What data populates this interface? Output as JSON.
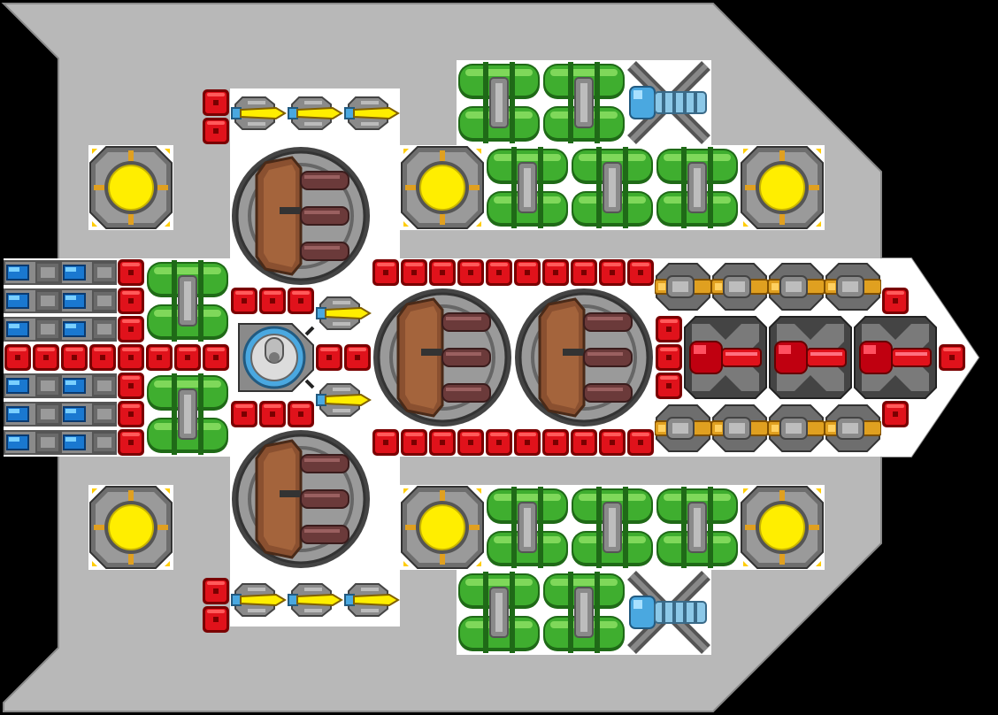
{
  "palette": {
    "background": "#000000",
    "hull": "#b8b8b8",
    "hull_edge": "#9a9a9a",
    "bay": "#ffffff",
    "armor_red": "#e0121b",
    "armor_dark": "#7a0000",
    "tank_green": "#3fae2f",
    "tank_light": "#7fd85a",
    "tank_dark": "#1f6a17",
    "pipe_grey": "#8a8a8a",
    "reactor_yellow": "#ffee00",
    "reactor_frame": "#6e6e6e",
    "bronze": "#8a5030",
    "barrel": "#6b3a3a",
    "cyan": "#4aa8e0",
    "gold": "#e0a020",
    "dark": "#333333"
  },
  "components": [
    "armor-block",
    "fuel-tank",
    "reactor",
    "heavy-turret",
    "missile-launcher",
    "thruster",
    "laser-cannon",
    "railgun",
    "plasma-cannon",
    "ion-cannon",
    "cockpit"
  ]
}
